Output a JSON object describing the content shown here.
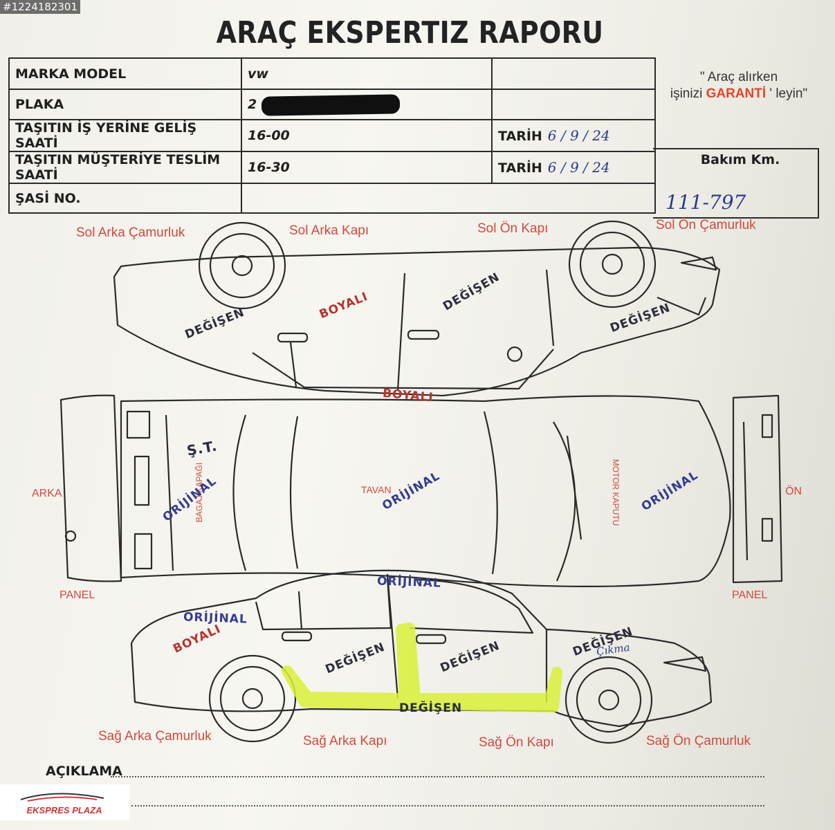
{
  "listing_id": "#1224182301",
  "title": "ARAÇ EKSPERTIZ RAPORU",
  "form": {
    "marka_model_label": "MARKA MODEL",
    "marka_model_value": "vw",
    "plaka_label": "PLAKA",
    "plaka_value": "2",
    "gelis_label": "TAŞITIN İŞ YERİNE GELİŞ SAATİ",
    "gelis_value": "16-00",
    "teslim_label": "TAŞITIN MÜŞTERİYE TESLİM SAATİ",
    "teslim_value": "16-30",
    "sasi_label": "ŞASİ NO.",
    "tarih_label": "TARİH",
    "tarih1_value": "6 / 9 / 24",
    "tarih2_value": "6 / 9 / 24"
  },
  "slogan": {
    "line1": "\" Araç alırken",
    "line2_pre": "işinizi ",
    "line2_highlight": "GARANTİ",
    "line2_post": " ' leyin\""
  },
  "bakim": {
    "label": "Bakım Km.",
    "value": "111-797"
  },
  "part_labels": {
    "sol_arka_camurluk": "Sol Arka Çamurluk",
    "sol_arka_kapi": "Sol Arka Kapı",
    "sol_on_kapi": "Sol Ön Kapı",
    "sol_on_camurluk": "Sol Ön Çamurluk",
    "arka": "ARKA",
    "on": "ÖN",
    "panel_left": "PANEL",
    "panel_right": "PANEL",
    "bagaj_kapagi": "BAGAJ KAPAĞI",
    "tavan": "TAVAN",
    "motor_kaputu": "MOTOR KAPUTU",
    "sag_arka_camurluk": "Sağ Arka Çamurluk",
    "sag_arka_kapi": "Sağ Arka Kapı",
    "sag_on_kapi": "Sağ Ön Kapı",
    "sag_on_camurluk": "Sağ Ön Çamurluk"
  },
  "stamps": {
    "degisen_sol_arka_camurluk": "DEĞİŞEN",
    "boyali_sol_arka_kapi": "BOYALI",
    "degisen_sol_on_kapi": "DEĞİŞEN",
    "degisen_sol_on_camurluk": "DEĞİŞEN",
    "boyali_sol_marspiyel": "BOYALI",
    "st_bagaj": "Ş.T.",
    "orijinal_bagaj": "ORİJİNAL",
    "orijinal_tavan": "ORİJİNAL",
    "orijinal_kaput": "ORİJİNAL",
    "orijinal_sag_tavan": "ORİJİNAL",
    "orijinal_sag_arka": "ORİJİNAL",
    "boyali_sag_arka_camurluk": "BOYALI",
    "degisen_sag_arka_kapi": "DEĞİŞEN",
    "degisen_sag_on_kapi": "DEĞİŞEN",
    "degisen_sag_on_camurluk": "DEĞİŞEN",
    "degisen_sag_marspiyel": "DEĞİŞEN",
    "cikma_note": "Çıkma"
  },
  "aciklama_label": "AÇIKLAMA",
  "logo_text": "EKSPRES PLAZA",
  "colors": {
    "label_red": "#cf4a3e",
    "ink_blue": "#2b3a8a",
    "highlight": "#d8f03a"
  }
}
